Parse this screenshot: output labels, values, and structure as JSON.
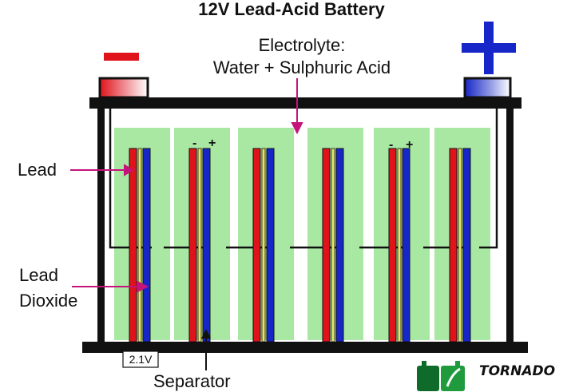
{
  "title": "12V Lead-Acid Battery",
  "electrolyte": {
    "line1": "Electrolyte:",
    "line2": "Water + Sulphuric Acid"
  },
  "labels": {
    "lead": "Lead",
    "lead_dioxide_line1": "Lead",
    "lead_dioxide_line2": "Dioxide",
    "separator": "Separator",
    "cell_voltage": "2.1V"
  },
  "terminals": {
    "negative_sign": "-",
    "positive_sign": "+"
  },
  "cell_marks": [
    {
      "minus": "-",
      "plus": "+"
    },
    {
      "minus": "-",
      "plus": "+"
    }
  ],
  "logo": {
    "brand": "TORNADO"
  },
  "colors": {
    "negative": "#e0131b",
    "positive": "#1626c8",
    "electrolyte": "#a8e8a2",
    "separator": "#e6e46a",
    "arrow": "#c4147a",
    "case": "#111111"
  }
}
